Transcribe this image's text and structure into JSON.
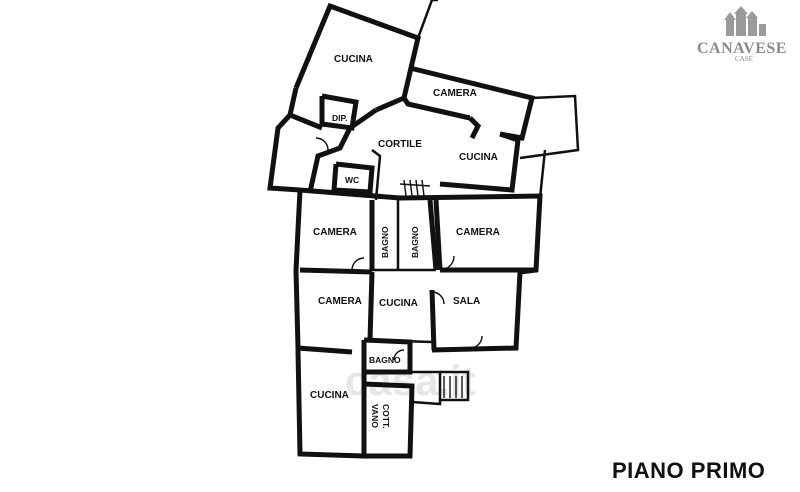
{
  "floor_title": "PIANO PRIMO",
  "logo": {
    "name": "CANAVESE",
    "sub": "CASE"
  },
  "watermark": "casa.it",
  "rooms": [
    {
      "label": "CUCINA"
    },
    {
      "label": "CAMERA"
    },
    {
      "label": "DIP."
    },
    {
      "label": "CORTILE"
    },
    {
      "label": "CUCINA"
    },
    {
      "label": "WC"
    },
    {
      "label": "CAMERA"
    },
    {
      "label": "BAGNO"
    },
    {
      "label": "BAGNO"
    },
    {
      "label": "CAMERA"
    },
    {
      "label": "CAMERA"
    },
    {
      "label": "CUCINA"
    },
    {
      "label": "SALA"
    },
    {
      "label": "BAGNO"
    },
    {
      "label": "CUCINA"
    },
    {
      "label": "VANO"
    },
    {
      "label": "COTT."
    }
  ],
  "colors": {
    "walls": "#111111",
    "logo": "#8a8a8a",
    "background": "#ffffff"
  }
}
